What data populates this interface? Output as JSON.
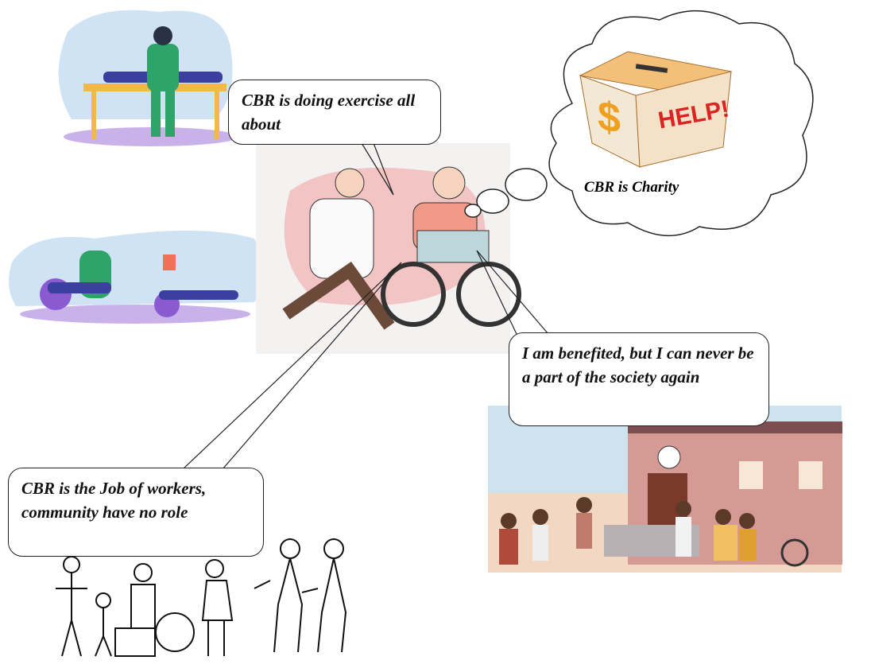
{
  "bubbles": {
    "exercise": "CBR is doing exercise all about",
    "charity": "CBR is Charity",
    "benefited": "I am benefited, but I can never be a part of the society again",
    "job": "CBR is the Job of workers, community have no role"
  },
  "donation_box": {
    "dollar": "$",
    "help": "HELP!"
  },
  "colors": {
    "pink": "#f2c4c4",
    "purple": "#b9a2e0",
    "sky": "#cfe3ee",
    "box": "#f0b15a",
    "building": "#d59a94"
  }
}
